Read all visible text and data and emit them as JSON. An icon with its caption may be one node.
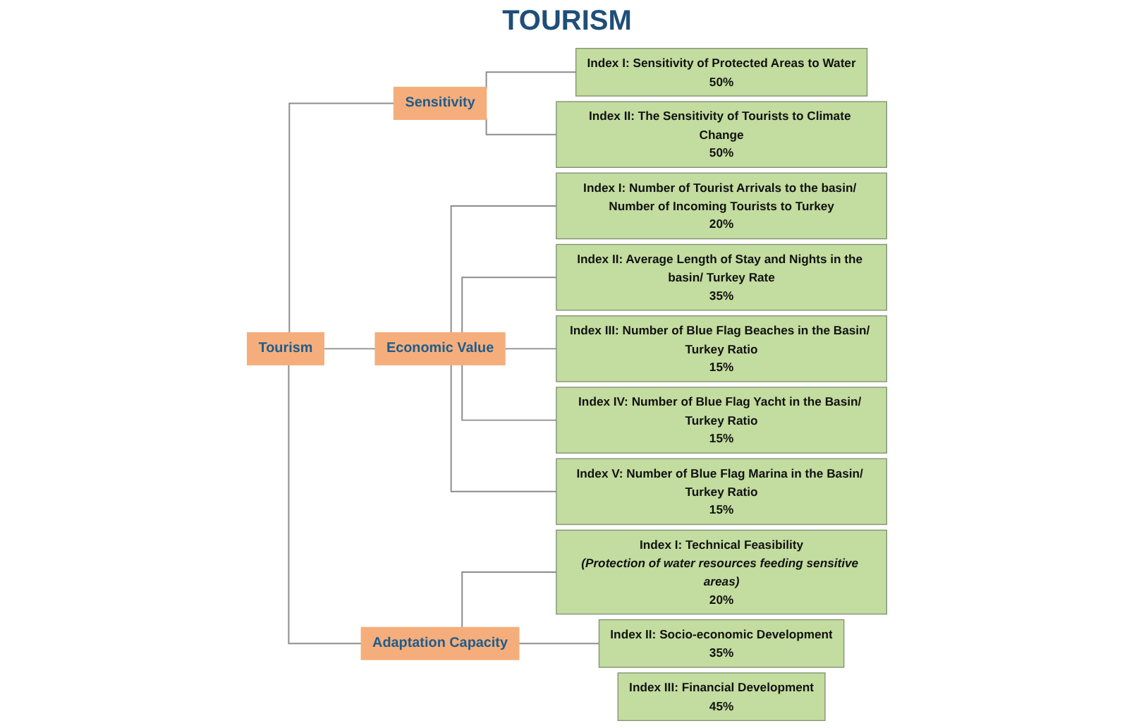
{
  "diagram": {
    "title": "TOURISM",
    "nodes": [
      {
        "text": [
          "Tourism"
        ]
      },
      {
        "text": [
          "Sensitivity"
        ]
      },
      {
        "text": [
          "**Index I:** Sensitivity of Protected Areas to Water",
          "50%"
        ]
      },
      {
        "text": [
          "**Index II:** The Sensitivity of Tourists to Climate Change",
          "50%"
        ]
      },
      {
        "text": [
          "Economic Value"
        ]
      },
      {
        "text": [
          "**Index I:** Number of Tourist Arrivals to the basin/ Number of Incoming Tourists to Turkey",
          "20%"
        ]
      },
      {
        "text": [
          "**Index II:** Average Length of Stay and Nights in the basin/ Turkey Rate",
          "35%"
        ]
      },
      {
        "text": [
          "**Index III:** Number of Blue Flag Beaches in the Basin/ Turkey Ratio",
          "15%"
        ]
      },
      {
        "text": [
          "**Index IV:** Number of Blue Flag Yacht in the Basin/ Turkey Ratio",
          "15%"
        ]
      },
      {
        "text": [
          "**Index V:** Number of Blue Flag Marina in the Basin/ Turkey Ratio",
          "15%"
        ]
      },
      {
        "text": [
          "Adaptation Capacity"
        ]
      },
      {
        "text": [
          "**Index I:** Technical Feasibility",
          "(Protection of water resources feeding sensitive areas)",
          "20%"
        ]
      },
      {
        "text": [
          "**Index II:** Socio-economic Development",
          "35%"
        ]
      },
      {
        "text": [
          "**Index III:** Financial Development",
          "45%"
        ]
      }
    ],
    "edges": [
      {
        "from": 0,
        "to": 1,
        "arrow": "none"
      },
      {
        "from": 0,
        "to": 4,
        "arrow": "none"
      },
      {
        "from": 0,
        "to": 10,
        "arrow": "none"
      },
      {
        "from": 1,
        "to": 2,
        "arrow": "none"
      },
      {
        "from": 1,
        "to": 3,
        "arrow": "none"
      },
      {
        "from": 4,
        "to": 5,
        "arrow": "none"
      },
      {
        "from": 4,
        "to": 6,
        "arrow": "none"
      },
      {
        "from": 4,
        "to": 7,
        "arrow": "none"
      },
      {
        "from": 4,
        "to": 8,
        "arrow": "none"
      },
      {
        "from": 4,
        "to": 9,
        "arrow": "none"
      },
      {
        "from": 10,
        "to": 11,
        "arrow": "none"
      },
      {
        "from": 10,
        "to": 12,
        "arrow": "none"
      }
    ]
  }
}
